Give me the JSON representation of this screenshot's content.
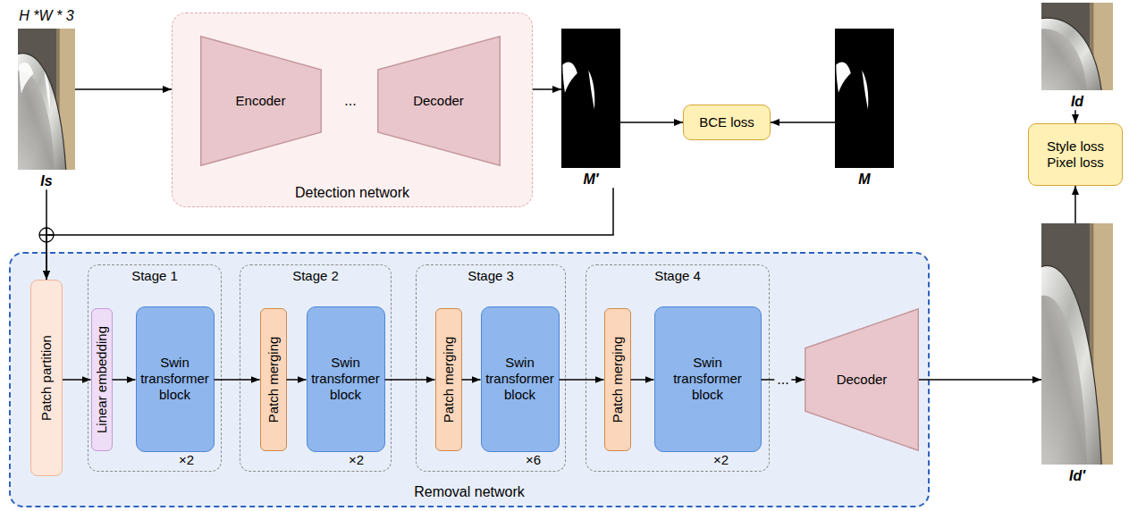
{
  "diagram": {
    "nodes": [
      {
        "text": [
          "H *W * 3",
          "Is"
        ]
      },
      {
        "text": [
          "Detection network"
        ]
      },
      {
        "text": [
          "Encoder"
        ],
        "in": 1
      },
      {
        "text": [
          "Decoder"
        ],
        "in": 1
      },
      {
        "text": [
          "M′"
        ]
      },
      {
        "text": [
          "BCE loss"
        ]
      },
      {
        "text": [
          "M"
        ]
      },
      {
        "text": [
          "Id"
        ]
      },
      {
        "text": [
          "Style loss",
          "Pixel loss"
        ]
      },
      {
        "text": [
          "Removal network"
        ]
      },
      {
        "text": [
          "Patch partition"
        ],
        "in": 9
      },
      {
        "text": [
          "Stage 1",
          "×2"
        ],
        "in": 9
      },
      {
        "text": [
          "Linear embedding"
        ],
        "in": 11
      },
      {
        "text": [
          "Swin transformer block"
        ],
        "in": 11
      },
      {
        "text": [
          "Stage 2",
          "×2"
        ],
        "in": 9
      },
      {
        "text": [
          "Patch merging"
        ],
        "in": 14
      },
      {
        "text": [
          "Swin transformer block"
        ],
        "in": 14
      },
      {
        "text": [
          "Stage 3",
          "×6"
        ],
        "in": 9
      },
      {
        "text": [
          "Patch merging"
        ],
        "in": 17
      },
      {
        "text": [
          "Swin transformer block"
        ],
        "in": 17
      },
      {
        "text": [
          "Stage 4",
          "×2"
        ],
        "in": 9
      },
      {
        "text": [
          "Patch merging"
        ],
        "in": 20
      },
      {
        "text": [
          "Swin transformer block"
        ],
        "in": 20
      },
      {
        "text": [
          "Decoder"
        ],
        "in": 9
      },
      {
        "text": [
          "Id′"
        ]
      }
    ],
    "edges": [
      {
        "from": 0,
        "to": 1,
        "arrow": "to"
      },
      {
        "from": 1,
        "to": 4,
        "arrow": "to"
      },
      {
        "from": 4,
        "to": 5,
        "arrow": "to"
      },
      {
        "from": 6,
        "to": 5,
        "arrow": "to"
      },
      {
        "from": 0,
        "to": 10,
        "arrow": "to"
      },
      {
        "from": 4,
        "to": 10,
        "arrow": "to"
      },
      {
        "from": 10,
        "to": 12,
        "arrow": "to"
      },
      {
        "from": 12,
        "to": 13,
        "arrow": "to"
      },
      {
        "from": 13,
        "to": 15,
        "arrow": "to"
      },
      {
        "from": 15,
        "to": 16,
        "arrow": "to"
      },
      {
        "from": 16,
        "to": 18,
        "arrow": "to"
      },
      {
        "from": 18,
        "to": 19,
        "arrow": "to"
      },
      {
        "from": 19,
        "to": 21,
        "arrow": "to"
      },
      {
        "from": 21,
        "to": 22,
        "arrow": "to"
      },
      {
        "from": 22,
        "to": 23,
        "arrow": "to"
      },
      {
        "from": 23,
        "to": 24,
        "arrow": "to"
      },
      {
        "from": 24,
        "to": 8,
        "arrow": "to"
      },
      {
        "from": 7,
        "to": 8,
        "arrow": "to"
      }
    ],
    "labels": [
      "...",
      "..."
    ]
  }
}
